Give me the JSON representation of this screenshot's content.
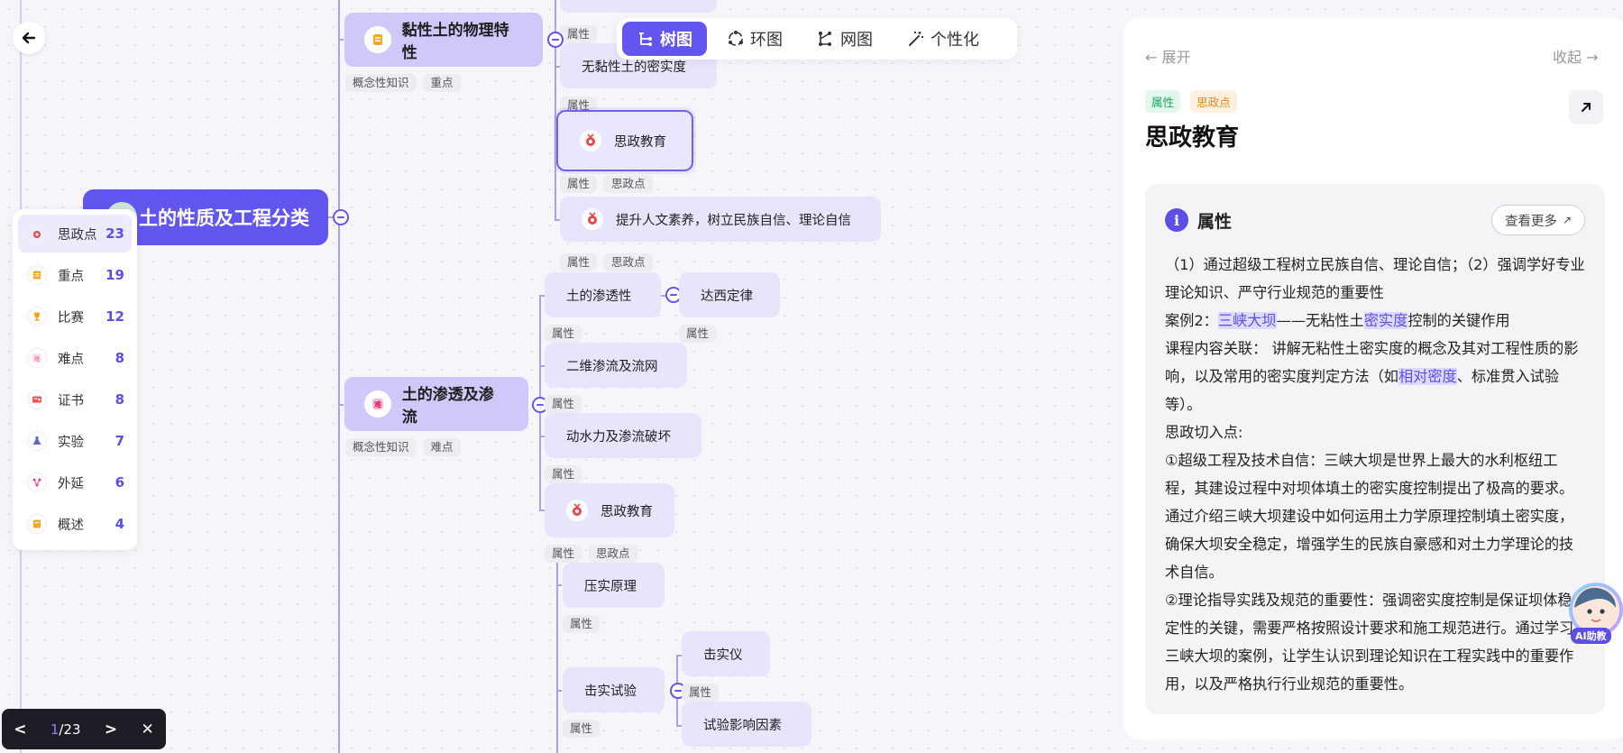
{
  "toolbar": {
    "views": [
      {
        "label": "树图",
        "active": true,
        "icon": "tree-icon"
      },
      {
        "label": "环图",
        "active": false,
        "icon": "ring-icon"
      },
      {
        "label": "网图",
        "active": false,
        "icon": "network-icon"
      },
      {
        "label": "个性化",
        "active": false,
        "icon": "magic-wand-icon"
      }
    ]
  },
  "mindmap": {
    "root": {
      "label": "土的性质及工程分类"
    },
    "nodes": {
      "clay_props": {
        "label": "黏性土的物理特性",
        "tags": [
          "概念性知识",
          "重点"
        ]
      },
      "seepage": {
        "label": "土的渗透及渗流",
        "tags": [
          "概念性知识",
          "难点"
        ]
      },
      "hidden_tags": [
        "属性"
      ],
      "sandy_density": {
        "label": "无黏性土的密实度",
        "tags": [
          "属性"
        ]
      },
      "sizheng1": {
        "label": "思政教育",
        "tags": [
          "属性",
          "思政点"
        ]
      },
      "humanities": {
        "label": "提升人文素养，树立民族自信、理论自信",
        "tags": [
          "属性",
          "思政点"
        ]
      },
      "permeability": {
        "label": "土的渗透性",
        "tags": [
          "属性"
        ]
      },
      "darcy": {
        "label": "达西定律",
        "tags": [
          "属性"
        ]
      },
      "flownet": {
        "label": "二维渗流及流网",
        "tags": [
          "属性"
        ]
      },
      "dynamic": {
        "label": "动水力及渗流破坏",
        "tags": [
          "属性"
        ]
      },
      "sizheng2": {
        "label": "思政教育",
        "tags": [
          "属性",
          "思政点"
        ]
      },
      "compaction": {
        "label": "压实原理",
        "tags": [
          "属性"
        ]
      },
      "compaction_test": {
        "label": "击实试验",
        "tags": [
          "属性"
        ]
      },
      "compactor": {
        "label": "击实仪",
        "tags": [
          "属性"
        ]
      },
      "factors": {
        "label": "试验影响因素",
        "tags": []
      }
    }
  },
  "legend": {
    "items": [
      {
        "label": "思政点",
        "count": "23",
        "color": "#e8474c",
        "active": true,
        "icon": "medal-icon"
      },
      {
        "label": "重点",
        "count": "19",
        "color": "#f5a623",
        "active": false,
        "icon": "key-point-icon"
      },
      {
        "label": "比赛",
        "count": "12",
        "color": "#f5a623",
        "active": false,
        "icon": "trophy-icon"
      },
      {
        "label": "难点",
        "count": "8",
        "color": "#f06292",
        "active": false,
        "icon": "difficulty-icon"
      },
      {
        "label": "证书",
        "count": "8",
        "color": "#ef5350",
        "active": false,
        "icon": "certificate-icon"
      },
      {
        "label": "实验",
        "count": "7",
        "color": "#5c6bc0",
        "active": false,
        "icon": "flask-icon"
      },
      {
        "label": "外延",
        "count": "6",
        "color": "#ec407a",
        "active": false,
        "icon": "extension-icon"
      },
      {
        "label": "概述",
        "count": "4",
        "color": "#f5a623",
        "active": false,
        "icon": "overview-icon"
      }
    ]
  },
  "pager": {
    "current": "1",
    "total": "/23",
    "prev": "<",
    "next": ">",
    "close": "✕"
  },
  "panel": {
    "expand": "展开",
    "collapse": "收起",
    "chips": [
      {
        "label": "属性",
        "bg": "#e3f7ec",
        "color": "#1aa364"
      },
      {
        "label": "思政点",
        "bg": "#fdf0e1",
        "color": "#e58a1e"
      }
    ],
    "title": "思政教育",
    "card": {
      "heading": "属性",
      "more": "查看更多",
      "p1": "（1）通过超级工程树立民族自信、理论自信；（2）强调学好专业理论知识、严守行业规范的重要性",
      "p2_pre": "案例2：",
      "p2_hl1": "三峡大坝",
      "p2_mid": "——无粘性土",
      "p2_hl2": "密实度",
      "p2_post": "控制的关键作用",
      "p3_pre": "课程内容关联： 讲解无粘性土密实度的概念及其对工程性质的影响，以及常用的密实度判定方法（如",
      "p3_hl": "相对密度",
      "p3_post": "、标准贯入试验等）。",
      "p4": "思政切入点:",
      "p5": "①超级工程及技术自信：三峡大坝是世界上最大的水利枢纽工程，其建设过程中对坝体填土的密实度控制提出了极高的要求。通过介绍三峡大坝建设中如何运用土力学原理控制填土密实度，确保大坝安全稳定，增强学生的民族自豪感和对土力学理论的技术自信。",
      "p6": "②理论指导实践及规范的重要性：强调密实度控制是保证坝体稳定性的关键，需要严格按照设计要求和施工规范进行。通过学习三峡大坝的案例，让学生认识到理论知识在工程实践中的重要作用，以及严格执行行业规范的重要性。"
    },
    "ai_label": "AI助教"
  }
}
